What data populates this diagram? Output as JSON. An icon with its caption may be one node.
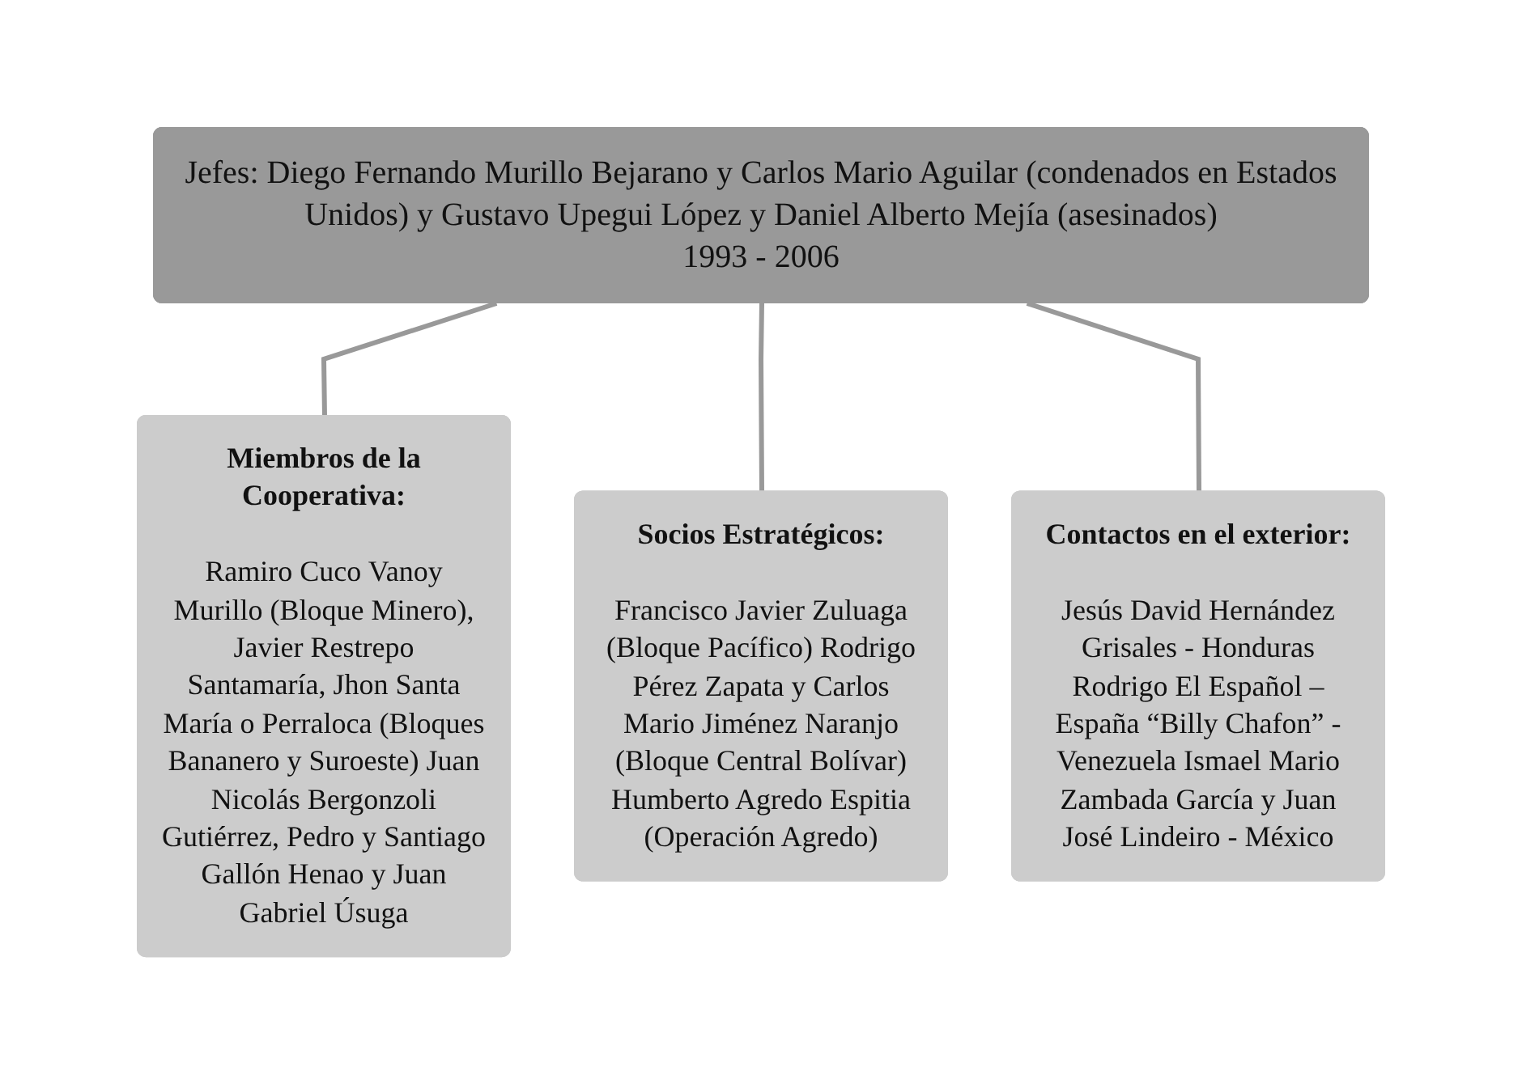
{
  "diagram": {
    "nodes": [
      {
        "text": [
          "Jefes: Diego Fernando Murillo Bejarano y Carlos Mario Aguilar (condenados en Estados Unidos) y Gustavo Upegui López y Daniel Alberto Mejía (asesinados)",
          "1993 - 2006"
        ]
      },
      {
        "text": [
          "Miembros de la Cooperativa:",
          "Ramiro Cuco Vanoy Murillo (Bloque Minero), Javier Restrepo Santamaría, Jhon Santa María o Perraloca (Bloques Bananero y Suroeste) Juan Nicolás Bergonzoli Gutiérrez, Pedro y Santiago Gallón Henao y Juan Gabriel Úsuga"
        ]
      },
      {
        "text": [
          "Socios Estratégicos:",
          "Francisco Javier Zuluaga (Bloque Pacífico) Rodrigo Pérez Zapata y Carlos Mario Jiménez Naranjo (Bloque Central Bolívar) Humberto Agredo Espitia (Operación Agredo)"
        ]
      },
      {
        "text": [
          "Contactos en el exterior:",
          "Jesús David Hernández Grisales - Honduras Rodrigo El Español – España “Billy Chafon” - Venezuela Ismael Mario Zambada García y Juan José Lindeiro - México"
        ]
      }
    ],
    "edges": [
      {
        "from": 0,
        "to": 1,
        "arrow": "none"
      },
      {
        "from": 0,
        "to": 2,
        "arrow": "none"
      },
      {
        "from": 0,
        "to": 3,
        "arrow": "none"
      }
    ]
  }
}
